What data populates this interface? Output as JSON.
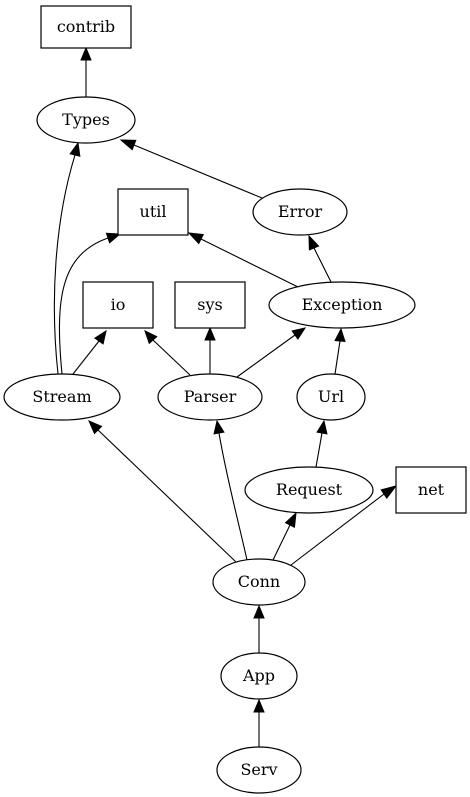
{
  "diagram": {
    "nodes": [
      {
        "id": "contrib",
        "label": "contrib",
        "shape": "box"
      },
      {
        "id": "Types",
        "label": "Types",
        "shape": "ellipse"
      },
      {
        "id": "util",
        "label": "util",
        "shape": "box"
      },
      {
        "id": "Error",
        "label": "Error",
        "shape": "ellipse"
      },
      {
        "id": "io",
        "label": "io",
        "shape": "box"
      },
      {
        "id": "sys",
        "label": "sys",
        "shape": "box"
      },
      {
        "id": "Exception",
        "label": "Exception",
        "shape": "ellipse"
      },
      {
        "id": "Stream",
        "label": "Stream",
        "shape": "ellipse"
      },
      {
        "id": "Parser",
        "label": "Parser",
        "shape": "ellipse"
      },
      {
        "id": "Url",
        "label": "Url",
        "shape": "ellipse"
      },
      {
        "id": "Request",
        "label": "Request",
        "shape": "ellipse"
      },
      {
        "id": "net",
        "label": "net",
        "shape": "box"
      },
      {
        "id": "Conn",
        "label": "Conn",
        "shape": "ellipse"
      },
      {
        "id": "App",
        "label": "App",
        "shape": "ellipse"
      },
      {
        "id": "Serv",
        "label": "Serv",
        "shape": "ellipse"
      }
    ],
    "edges": [
      {
        "from": "Types",
        "to": "contrib"
      },
      {
        "from": "Error",
        "to": "Types"
      },
      {
        "from": "Stream",
        "to": "Types"
      },
      {
        "from": "Stream",
        "to": "util"
      },
      {
        "from": "Exception",
        "to": "util"
      },
      {
        "from": "Exception",
        "to": "Error"
      },
      {
        "from": "Stream",
        "to": "io"
      },
      {
        "from": "Parser",
        "to": "io"
      },
      {
        "from": "Parser",
        "to": "sys"
      },
      {
        "from": "Parser",
        "to": "Exception"
      },
      {
        "from": "Url",
        "to": "Exception"
      },
      {
        "from": "Request",
        "to": "Url"
      },
      {
        "from": "Conn",
        "to": "Stream"
      },
      {
        "from": "Conn",
        "to": "Parser"
      },
      {
        "from": "Conn",
        "to": "Request"
      },
      {
        "from": "Conn",
        "to": "net"
      },
      {
        "from": "App",
        "to": "Conn"
      },
      {
        "from": "Serv",
        "to": "App"
      }
    ]
  }
}
